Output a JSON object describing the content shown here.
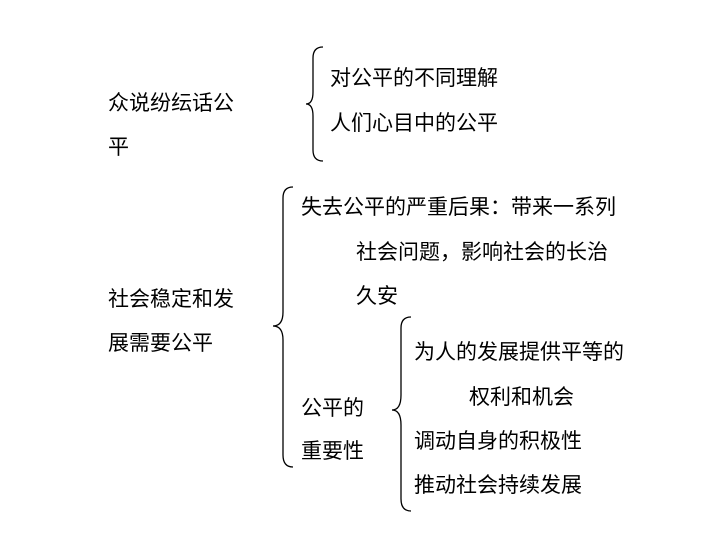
{
  "colors": {
    "text": "#000000",
    "brace": "#000000",
    "background": "#ffffff"
  },
  "section1": {
    "topic_line1": "众说纷纭话公",
    "topic_line2": "平",
    "items": [
      "对公平的不同理解",
      "人们心目中的公平"
    ]
  },
  "section2": {
    "topic_line1": "社会稳定和发",
    "topic_line2": "展需要公平",
    "consequence_line1": "失去公平的严重后果：带来一系列",
    "consequence_line2": "社会问题，影响社会的长治",
    "consequence_line3": "久安",
    "importance_label_line1": "公平的",
    "importance_label_line2": "重要性",
    "importance_items": [
      "为人的发展提供平等的",
      "权利和机会",
      "调动自身的积极性",
      "推动社会持续发展"
    ]
  }
}
